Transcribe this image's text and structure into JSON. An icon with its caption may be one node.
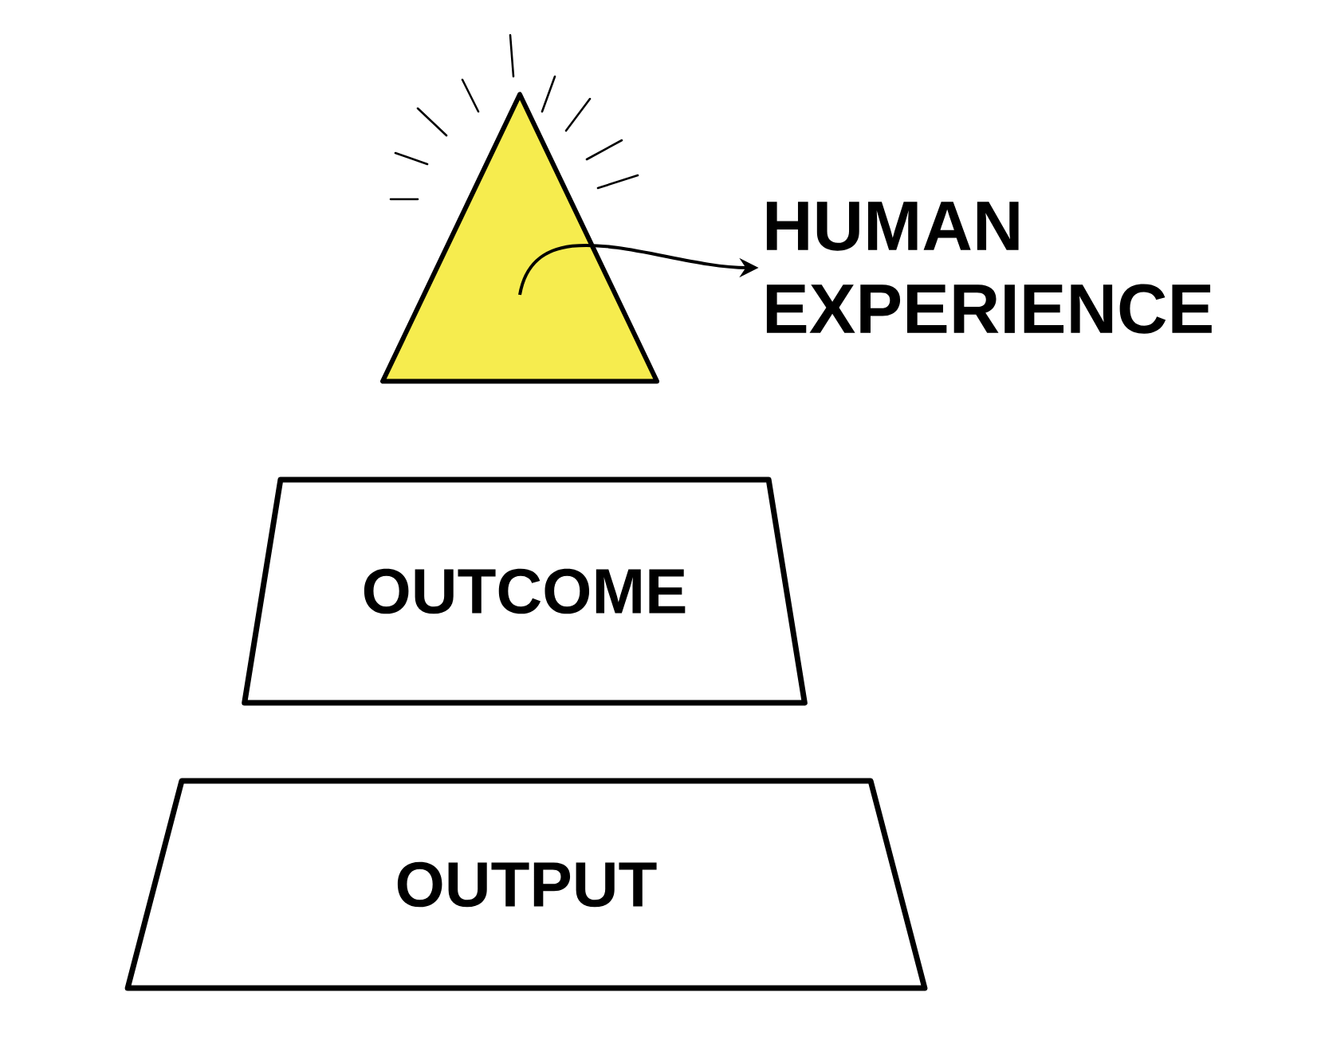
{
  "diagram": {
    "nodes": [
      {
        "text": [],
        "shape": "triangle"
      },
      {
        "text": [
          "HUMAN EXPERIENCE"
        ]
      },
      {
        "text": [
          "OUTCOME"
        ]
      },
      {
        "text": [
          "OUTPUT"
        ]
      }
    ],
    "edges": [
      {
        "from": 0,
        "to": 1,
        "arrow": "to"
      }
    ]
  }
}
